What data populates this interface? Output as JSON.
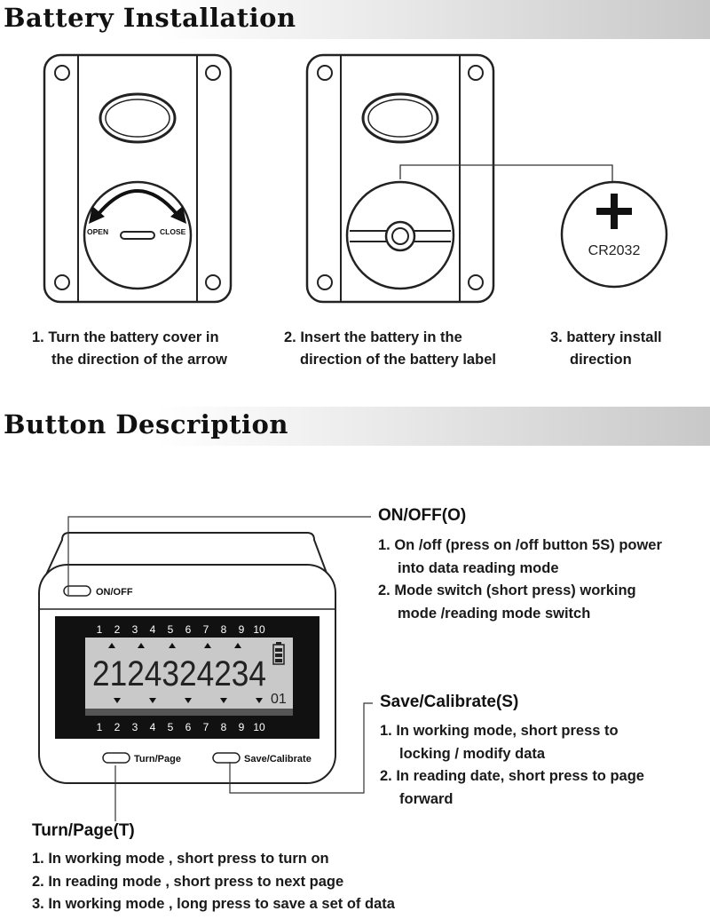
{
  "battery_installation": {
    "title": "Battery Installation",
    "labels": {
      "open": "OPEN",
      "close": "CLOSE",
      "battery_model": "CR2032"
    },
    "steps": [
      {
        "line1": "1. Turn the battery cover in",
        "line2": "the direction of the arrow"
      },
      {
        "line1": "2. Insert the battery in the",
        "line2": "direction of the battery label"
      },
      {
        "line1": "3. battery install",
        "line2": "direction"
      }
    ]
  },
  "button_description": {
    "title": "Button Description",
    "device": {
      "onoff_label": "ON/OFF",
      "turn_label": "Turn/Page",
      "save_label": "Save/Calibrate",
      "top_numbers": [
        "1",
        "2",
        "3",
        "4",
        "5",
        "6",
        "7",
        "8",
        "9",
        "10"
      ],
      "bottom_numbers": [
        "1",
        "2",
        "3",
        "4",
        "5",
        "6",
        "7",
        "8",
        "9",
        "10"
      ],
      "main_digits": "2124324234",
      "small_digits": "01"
    },
    "onoff": {
      "heading": "ON/OFF(O)",
      "items": [
        {
          "line1": "1. On /off (press on /off button 5S) power",
          "line2": "into data reading mode"
        },
        {
          "line1": "2. Mode switch (short press) working",
          "line2": "mode /reading mode switch"
        }
      ]
    },
    "save": {
      "heading": "Save/Calibrate(S)",
      "items": [
        {
          "line1": "1. In working mode, short press to",
          "line2": "locking / modify data"
        },
        {
          "line1": "2. In reading date, short press to page",
          "line2": "forward"
        }
      ]
    },
    "turn": {
      "heading": "Turn/Page(T)",
      "items": [
        "1. In working mode , short press to turn on",
        "2. In reading mode , short press to next page",
        "3. In working mode , long press to save a set of data"
      ]
    }
  }
}
